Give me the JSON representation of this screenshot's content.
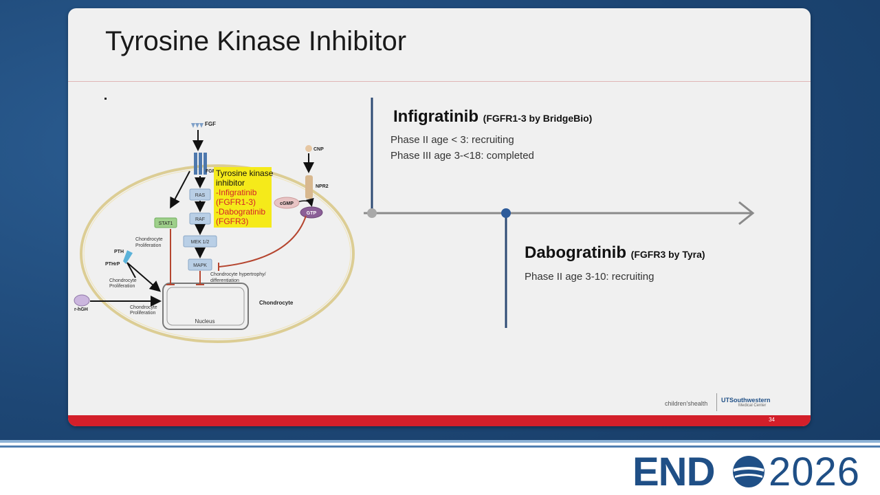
{
  "slide": {
    "title": "Tyrosine Kinase Inhibitor",
    "page_number": "34"
  },
  "logos": {
    "childrens": "children'shealth",
    "ut_line1": "UTSouthwestern",
    "ut_line2": "Medical Center",
    "event_brand": "END",
    "event_year": "2026"
  },
  "colors": {
    "accent_red": "#d31f2a",
    "navy": "#1f4f86",
    "timeline": "#2d4a73"
  },
  "pathway": {
    "ligand_fgf": "FGF",
    "receptor_fgfr3": "FGFR3",
    "ligand_cnp": "CNP",
    "receptor_npr2": "NPR2",
    "cgmp": "cGMP",
    "gtp": "GTP",
    "ras": "RAS",
    "raf": "RAF",
    "mek": "MEK 1/2",
    "mapk": "MAPK",
    "stat1": "STAT1",
    "pth": "PTH",
    "pthrp": "PTHrP",
    "rhgh": "r-hGH",
    "nucleus": "Nucleus",
    "chondrocyte": "Chondrocyte",
    "prolif_line1": "Chondrocyte",
    "prolif_line2": "Proliferation",
    "hyper_line1": "Chondrocyte hypertrophy/",
    "hyper_line2": "differentiation",
    "tki_box": {
      "line1": "Tyrosine kinase",
      "line2": "inhibitor",
      "line3": "-Infigratinib",
      "line4": "(FGFR1-3)",
      "line5": "-Dabogratinib",
      "line6": "(FGFR3)"
    }
  },
  "timeline": {
    "drugs": [
      {
        "name": "Infigratinib",
        "note": "(FGFR1-3 by BridgeBio)",
        "details": [
          "Phase II age < 3: recruiting",
          "Phase III age 3-<18: completed"
        ]
      },
      {
        "name": "Dabogratinib",
        "note": "(FGFR3 by Tyra)",
        "details": [
          "Phase II age 3-10: recruiting"
        ]
      }
    ]
  }
}
